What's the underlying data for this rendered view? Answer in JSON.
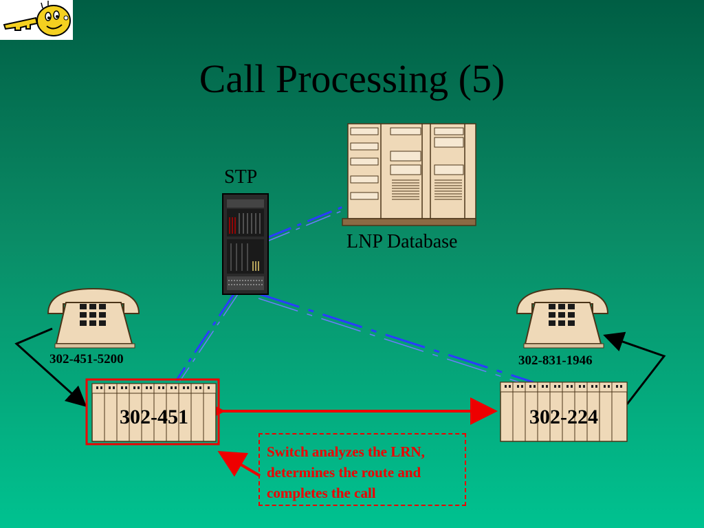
{
  "slide": {
    "title": "Call Processing (5)"
  },
  "labels": {
    "stp": "STP",
    "lnp_database": "LNP Database"
  },
  "phones": {
    "left_number": "302-451-5200",
    "right_number": "302-831-1946"
  },
  "switches": {
    "left": "302-451",
    "right": "302-224"
  },
  "note": {
    "line1": "Switch analyzes the LRN,",
    "line2": "determines the route and",
    "line3": "completes the call"
  },
  "colors": {
    "background_top": "#005e44",
    "background_bottom": "#00c290",
    "signal_link": "#2a3cff",
    "voice_path": "#ee0000",
    "equipment": "#efd9b8"
  },
  "icons": {
    "logo": "key-character-icon",
    "phone": "telephone-icon",
    "stp": "server-rack-icon",
    "database": "database-cabinet-icon"
  }
}
